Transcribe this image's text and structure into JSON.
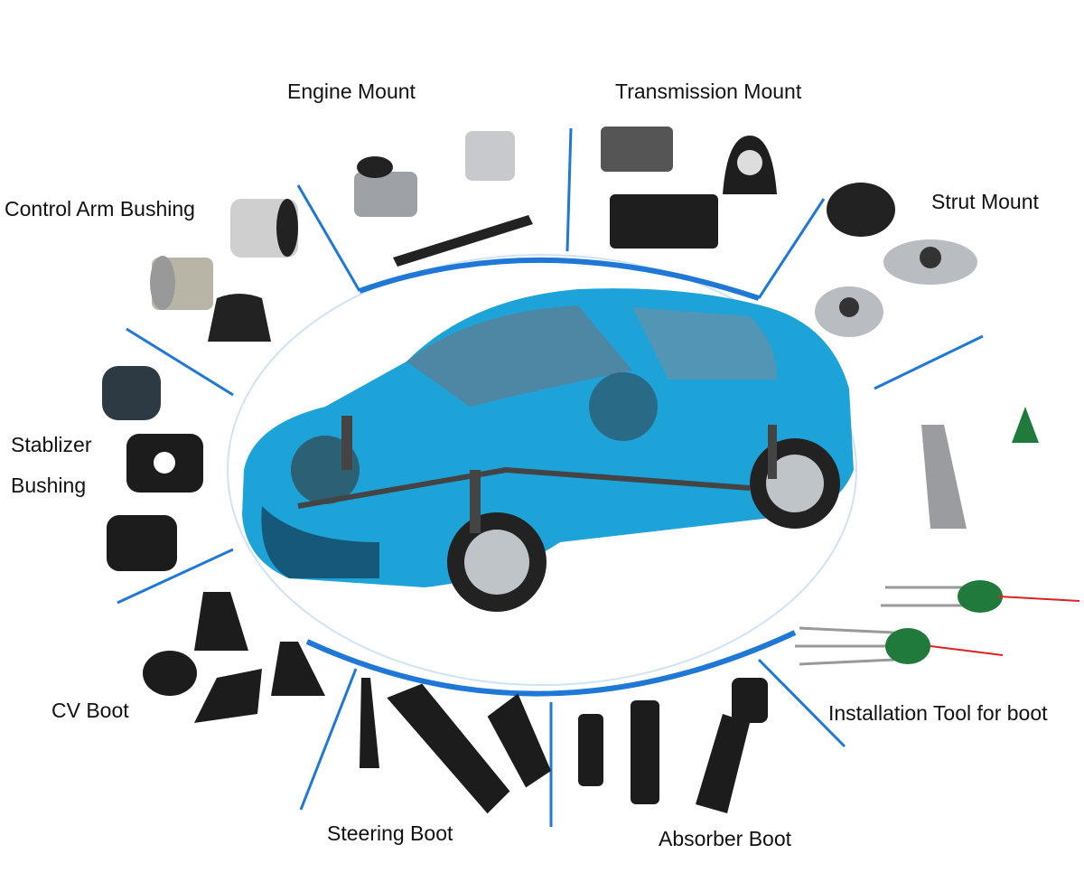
{
  "labels": {
    "engine_mount": "Engine Mount",
    "transmission_mount": "Transmission Mount",
    "control_arm_bushing": "Control Arm Bushing",
    "strut_mount": "Strut Mount",
    "stabilizer_line1": "Stablizer",
    "stabilizer_line2": "Bushing",
    "cv_boot": "CV Boot",
    "installation_tool": "Installation Tool for boot",
    "steering_boot": "Steering Boot",
    "absorber_boot": "Absorber Boot"
  },
  "colors": {
    "accent": "#1f78d6",
    "car": "#1ea3d8",
    "rubber": "#1c1c1e",
    "metal": "#b9bcc0",
    "tool_green": "#1f7a3c"
  }
}
